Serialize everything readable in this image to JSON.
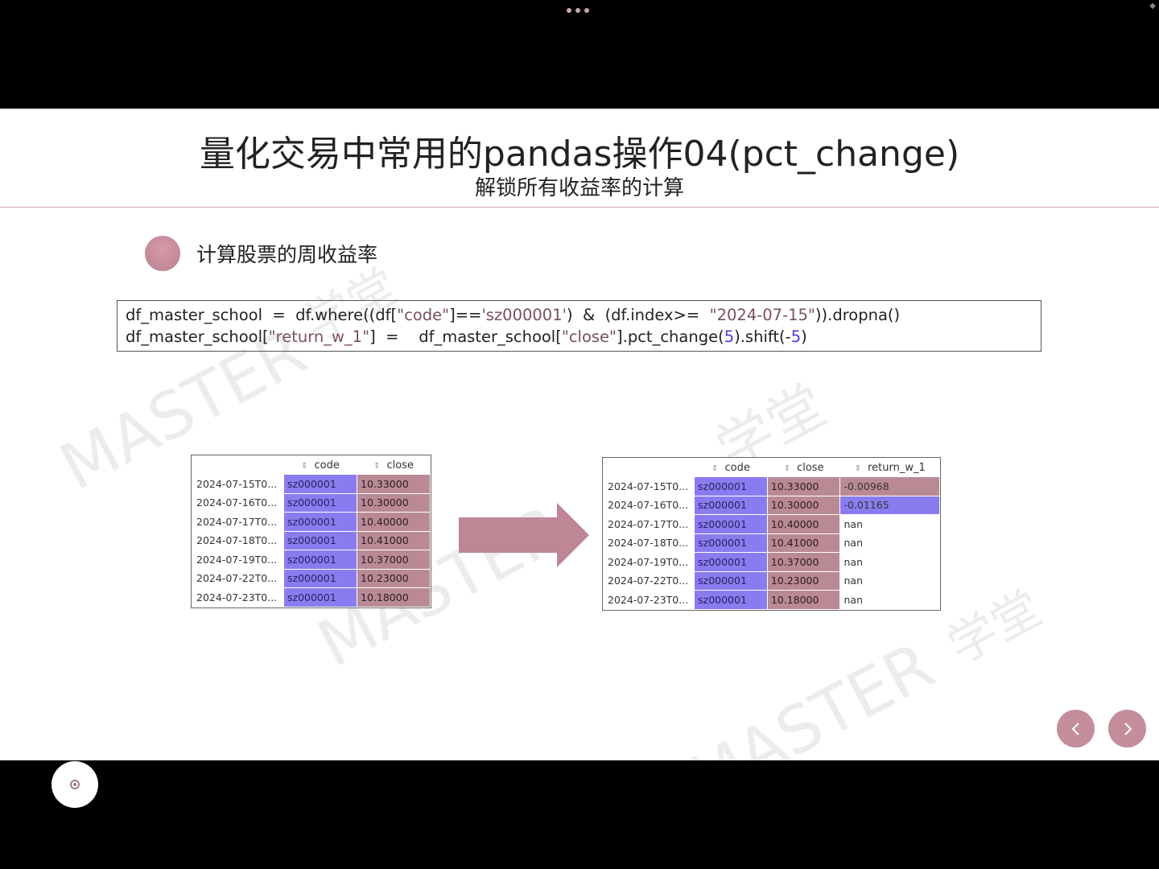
{
  "slide": {
    "title": "量化交易中常用的pandas操作04(pct_change)",
    "subtitle": "解锁所有收益率的计算",
    "section_heading": "计算股票的周收益率"
  },
  "code": {
    "line1": {
      "p1": "df_master_school  =  df.where((df[",
      "s1": "\"code\"",
      "p2": "]==",
      "s2": "'sz000001'",
      "p3": ")  &  (df.index>=  ",
      "s3": "\"2024-07-15\"",
      "p4": ")).dropna()"
    },
    "line2": {
      "p1": "df_master_school[",
      "s1": "\"return_w_1\"",
      "p2": "]  =    df_master_school[",
      "s2": "\"close\"",
      "p3": "].pct_change(",
      "n1": "5",
      "p4": ").shift(-",
      "n2": "5",
      "p5": ")"
    }
  },
  "table_left": {
    "columns": [
      "code",
      "close"
    ],
    "rows": [
      {
        "index": "2024-07-15T0...",
        "code": "sz000001",
        "close": "10.33000"
      },
      {
        "index": "2024-07-16T0...",
        "code": "sz000001",
        "close": "10.30000"
      },
      {
        "index": "2024-07-17T0...",
        "code": "sz000001",
        "close": "10.40000"
      },
      {
        "index": "2024-07-18T0...",
        "code": "sz000001",
        "close": "10.41000"
      },
      {
        "index": "2024-07-19T0...",
        "code": "sz000001",
        "close": "10.37000"
      },
      {
        "index": "2024-07-22T0...",
        "code": "sz000001",
        "close": "10.23000"
      },
      {
        "index": "2024-07-23T0...",
        "code": "sz000001",
        "close": "10.18000"
      }
    ]
  },
  "table_right": {
    "columns": [
      "code",
      "close",
      "return_w_1"
    ],
    "rows": [
      {
        "index": "2024-07-15T0...",
        "code": "sz000001",
        "close": "10.33000",
        "return_w_1": "-0.00968"
      },
      {
        "index": "2024-07-16T0...",
        "code": "sz000001",
        "close": "10.30000",
        "return_w_1": "-0.01165"
      },
      {
        "index": "2024-07-17T0...",
        "code": "sz000001",
        "close": "10.40000",
        "return_w_1": "nan"
      },
      {
        "index": "2024-07-18T0...",
        "code": "sz000001",
        "close": "10.41000",
        "return_w_1": "nan"
      },
      {
        "index": "2024-07-19T0...",
        "code": "sz000001",
        "close": "10.37000",
        "return_w_1": "nan"
      },
      {
        "index": "2024-07-22T0...",
        "code": "sz000001",
        "close": "10.23000",
        "return_w_1": "nan"
      },
      {
        "index": "2024-07-23T0...",
        "code": "sz000001",
        "close": "10.18000",
        "return_w_1": "nan"
      }
    ]
  },
  "watermark": {
    "text_en": "MASTER",
    "text_cn": "学堂"
  },
  "colors": {
    "accent": "#c38d9b",
    "code_cell": "#8a7cf0",
    "close_cell": "#b98a96"
  },
  "icons": {
    "prev": "chevron-left-icon",
    "next": "chevron-right-icon",
    "more": "more-dots-icon"
  }
}
